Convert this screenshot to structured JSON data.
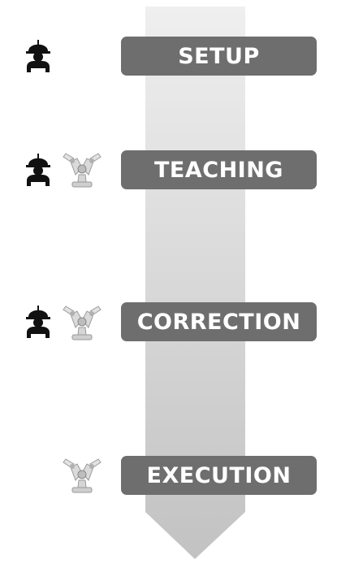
{
  "colors": {
    "step_box": "#6e6e6e",
    "arrow_top": "#efefef",
    "arrow_bottom": "#c2c2c2",
    "worker": "#111111",
    "robot": "#cfcfcf"
  },
  "steps": [
    {
      "label": "SETUP",
      "icons": [
        "worker-icon"
      ]
    },
    {
      "label": "TEACHING",
      "icons": [
        "worker-icon",
        "robot-icon"
      ]
    },
    {
      "label": "CORRECTION",
      "icons": [
        "worker-icon",
        "robot-icon"
      ]
    },
    {
      "label": "EXECUTION",
      "icons": [
        "robot-icon"
      ]
    }
  ]
}
